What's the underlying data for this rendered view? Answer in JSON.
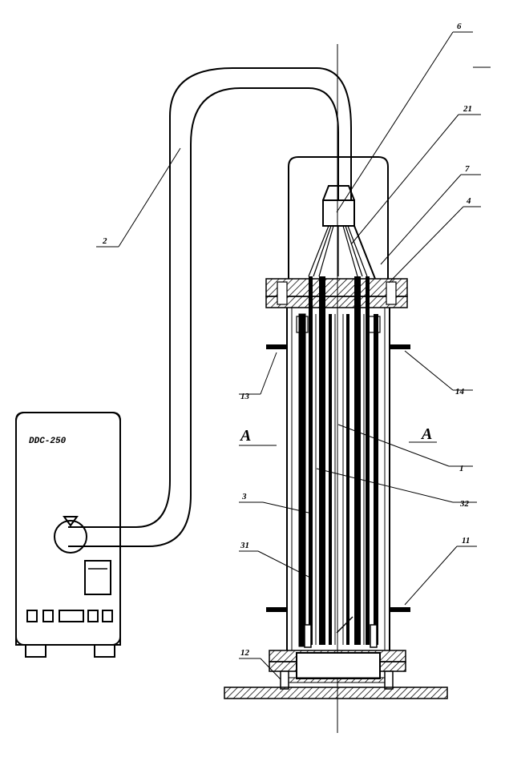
{
  "device": {
    "model": "DDC-250"
  },
  "labels": {
    "l1": "1",
    "l2": "2",
    "l3": "3",
    "l4": "4",
    "l6": "6",
    "l7": "7",
    "l11": "11",
    "l12": "12",
    "l13": "13",
    "l14": "14",
    "l21": "21",
    "l31": "31",
    "l32": "32",
    "sectionA": "A"
  }
}
